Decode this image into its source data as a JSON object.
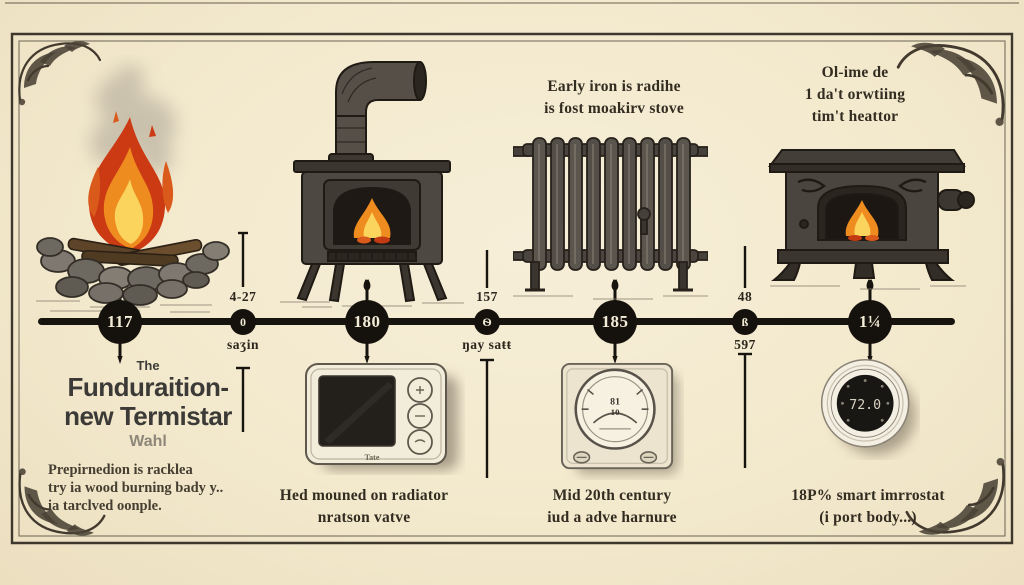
{
  "canvas": {
    "background": "#f3e9cd",
    "ink": "#17130e",
    "accent_fire": "#e8661c"
  },
  "captions": {
    "radiator": [
      "Early iron is radihe",
      "is fost moakirv stove"
    ],
    "right_stove": [
      "Ol-ime de",
      "1 da't orwtiing",
      "tim't heattor"
    ]
  },
  "timeline": {
    "nodes": [
      {
        "type": "large",
        "label": "117"
      },
      {
        "type": "small",
        "label": "0",
        "above": "4-27",
        "below": "saʒin"
      },
      {
        "type": "large",
        "label": "180"
      },
      {
        "type": "small",
        "label": "Ѳ",
        "above": "157",
        "below": "ŋay saŧŧ"
      },
      {
        "type": "large",
        "label": "185"
      },
      {
        "type": "small",
        "label": "ß",
        "above": "48",
        "below": "597"
      },
      {
        "type": "large",
        "label": "1¼"
      }
    ]
  },
  "left_block": {
    "pre": "The",
    "title_line1": "Funduraition-",
    "title_line2": "new Termistar",
    "subtitle": "Wahl",
    "body": [
      "Prepirnedion is racklea",
      "try ia wood burning bady y..",
      "ia tarclved oonple."
    ]
  },
  "bottom_captions": [
    {
      "lines": [
        "Hed mouned on radiator",
        "nratson vatve"
      ]
    },
    {
      "lines": [
        "Mid 20th century",
        "iud a adve harnure"
      ]
    },
    {
      "lines": [
        "18P% smart imrrostat",
        "(i port body...)"
      ]
    }
  ],
  "devices": {
    "digital_label": "Tate",
    "dial_top": "81",
    "dial_bottom": "10",
    "round_display": "72.0"
  },
  "icons": {
    "campfire": "campfire-illustration",
    "wood_stove": "wood-stove-illustration",
    "radiator": "radiator-illustration",
    "box_stove": "box-stove-illustration",
    "digital_thermostat": "digital-thermostat-illustration",
    "dial_thermostat": "dial-thermostat-illustration",
    "smart_thermostat": "smart-thermostat-illustration",
    "corner": "corner-flourish-icon"
  }
}
